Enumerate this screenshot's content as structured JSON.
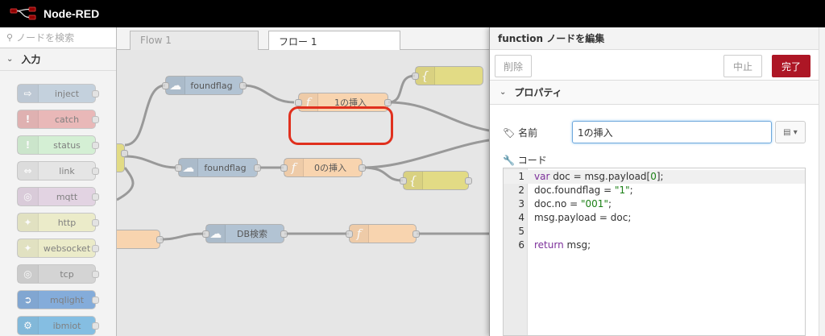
{
  "app": {
    "title": "Node-RED"
  },
  "palette": {
    "search_placeholder": "ノードを検索",
    "category": "入力",
    "nodes": [
      {
        "label": "inject",
        "color": "#a6bbcf",
        "icon": "arrow-icon",
        "glyph": "⇨"
      },
      {
        "label": "catch",
        "color": "#e49191",
        "icon": "exclamation-icon",
        "glyph": "!"
      },
      {
        "label": "status",
        "color": "#c0edc0",
        "icon": "exclamation-icon",
        "glyph": "!"
      },
      {
        "label": "link",
        "color": "#dddddd",
        "icon": "link-icon",
        "glyph": "⇔"
      },
      {
        "label": "mqtt",
        "color": "#d8bfd8",
        "icon": "bridge-icon",
        "glyph": "◎"
      },
      {
        "label": "http",
        "color": "#e7e7ae",
        "icon": "globe-icon",
        "glyph": "✦"
      },
      {
        "label": "websocket",
        "color": "#e7e7ae",
        "icon": "globe-icon",
        "glyph": "✦"
      },
      {
        "label": "tcp",
        "color": "#c0c0c0",
        "icon": "bridge-icon",
        "glyph": "◎"
      },
      {
        "label": "mqlight",
        "color": "#3b7dcb",
        "icon": "mqlight-icon",
        "glyph": "➲"
      },
      {
        "label": "ibmiot",
        "color": "#3d9cd8",
        "icon": "ibmiot-icon",
        "glyph": "⚙"
      }
    ]
  },
  "tabs": [
    {
      "label": "Flow 1",
      "active": false
    },
    {
      "label": "フロー 1",
      "active": true
    }
  ],
  "flow_nodes": [
    {
      "id": "foundflag-top",
      "label": "foundflag",
      "color": "#a6bbcf",
      "glyph": "☁"
    },
    {
      "id": "insert-1",
      "label": "1の挿入",
      "color": "#fdd0a2",
      "glyph": "f"
    },
    {
      "id": "template-top",
      "label": "",
      "color": "#e2d96e",
      "glyph": "{"
    },
    {
      "id": "foundflag-mid",
      "label": "foundflag",
      "color": "#a6bbcf",
      "glyph": "☁"
    },
    {
      "id": "insert-0",
      "label": "0の挿入",
      "color": "#fdd0a2",
      "glyph": "f"
    },
    {
      "id": "template-mid",
      "label": "",
      "color": "#e2d96e",
      "glyph": "{"
    },
    {
      "id": "db-search",
      "label": "DB検索",
      "color": "#a6bbcf",
      "glyph": "☁"
    },
    {
      "id": "function-bottom",
      "label": "",
      "color": "#fdd0a2",
      "glyph": "f"
    }
  ],
  "editor": {
    "title": "function ノードを編集",
    "delete_label": "削除",
    "cancel_label": "中止",
    "done_label": "完了",
    "section_label": "プロパティ",
    "name_label": "名前",
    "name_value": "1の挿入",
    "code_label": "コード",
    "code_lines": [
      "var doc = msg.payload[0];",
      "doc.foundflag = \"1\";",
      "doc.no = \"001\";",
      "msg.payload = doc;",
      "",
      "return msg;"
    ],
    "line_numbers": [
      "1",
      "2",
      "3",
      "4",
      "5",
      "6"
    ]
  },
  "colors": {
    "header_bg": "#000000",
    "primary_button": "#ad1625",
    "highlight": "#e0301e",
    "wire": "#999999"
  }
}
